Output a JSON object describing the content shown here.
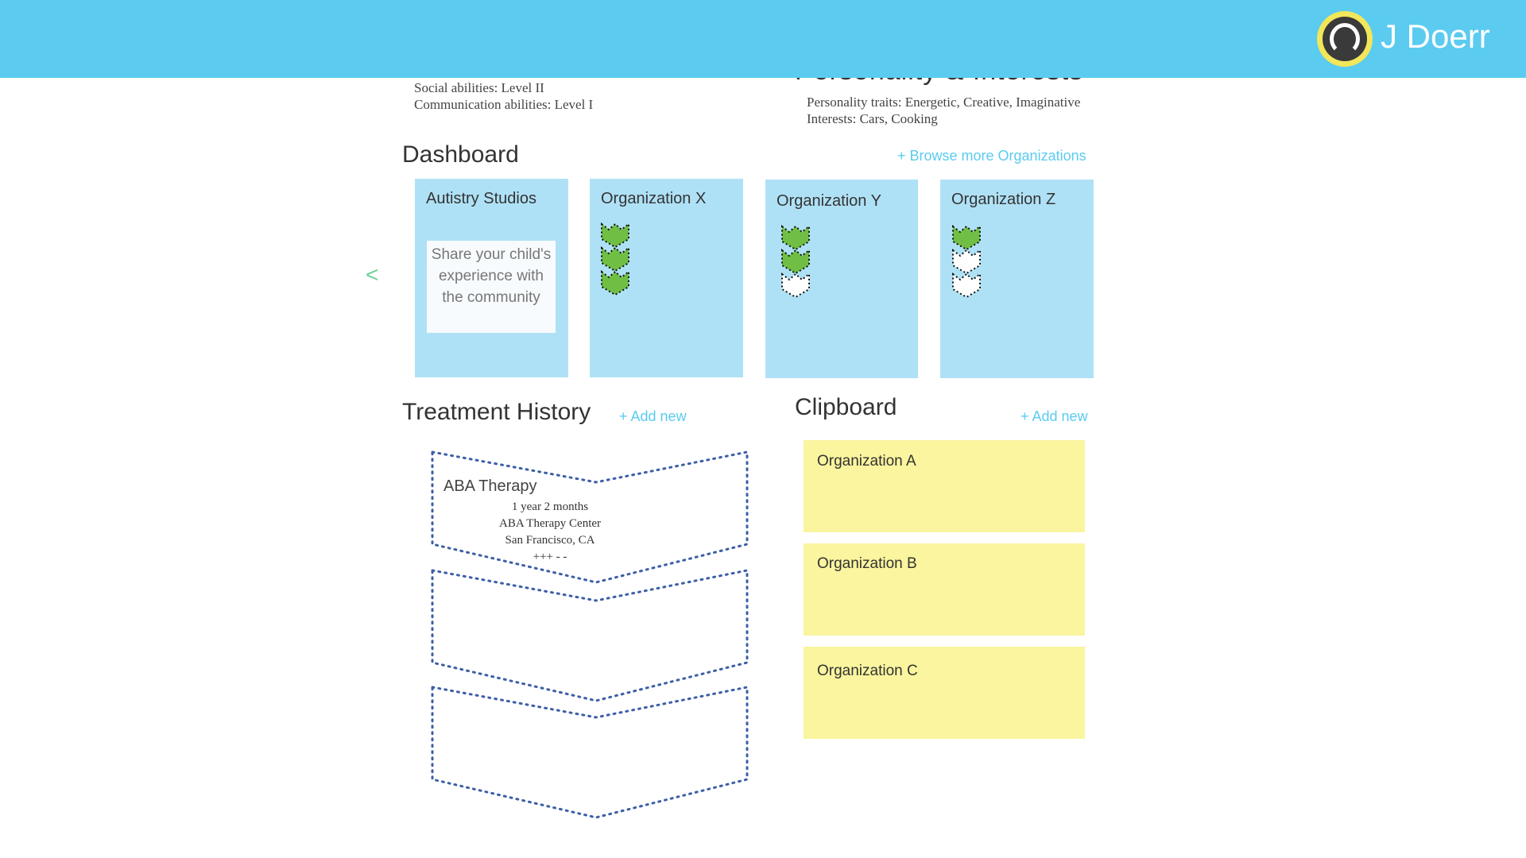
{
  "header": {
    "user_name": "J Doerr",
    "avatar_icon": "user-avatar-icon",
    "background_color": "#5bcbf0"
  },
  "profile": {
    "abilities_heading": "",
    "abilities": [
      "Social abilities: Level II",
      "Communication abilities: Level I"
    ],
    "personality_heading": "Personality & Interests",
    "personality_traits": "Personality traits: Energetic, Creative, Imaginative",
    "interests": "Interests: Cars, Cooking"
  },
  "dashboard": {
    "title": "Dashboard",
    "browse_link": "+ Browse more Organizations",
    "prev_arrow": "<",
    "cards": [
      {
        "name": "Autistry Studios",
        "share_text": "Share your child's experience with the community"
      },
      {
        "name": "Organization X",
        "badges": {
          "filled": 3,
          "total": 3
        }
      },
      {
        "name": "Organization Y",
        "badges": {
          "filled": 2,
          "total": 3
        }
      },
      {
        "name": "Organization Z",
        "badges": {
          "filled": 1,
          "total": 3
        }
      }
    ],
    "badge_filled_color": "#70bf44",
    "card_color": "#afe1f6"
  },
  "treatment_history": {
    "title": "Treatment History",
    "add_new": "+ Add new",
    "entries": [
      {
        "name": "ABA Therapy",
        "duration": "1 year 2 months",
        "provider": "ABA Therapy Center",
        "location": "San Francisco, CA",
        "rating": "+++ - -"
      }
    ]
  },
  "clipboard": {
    "title": "Clipboard",
    "add_new": "+ Add new",
    "items": [
      "Organization A",
      "Organization B",
      "Organization C"
    ],
    "note_color": "#faf59e"
  }
}
